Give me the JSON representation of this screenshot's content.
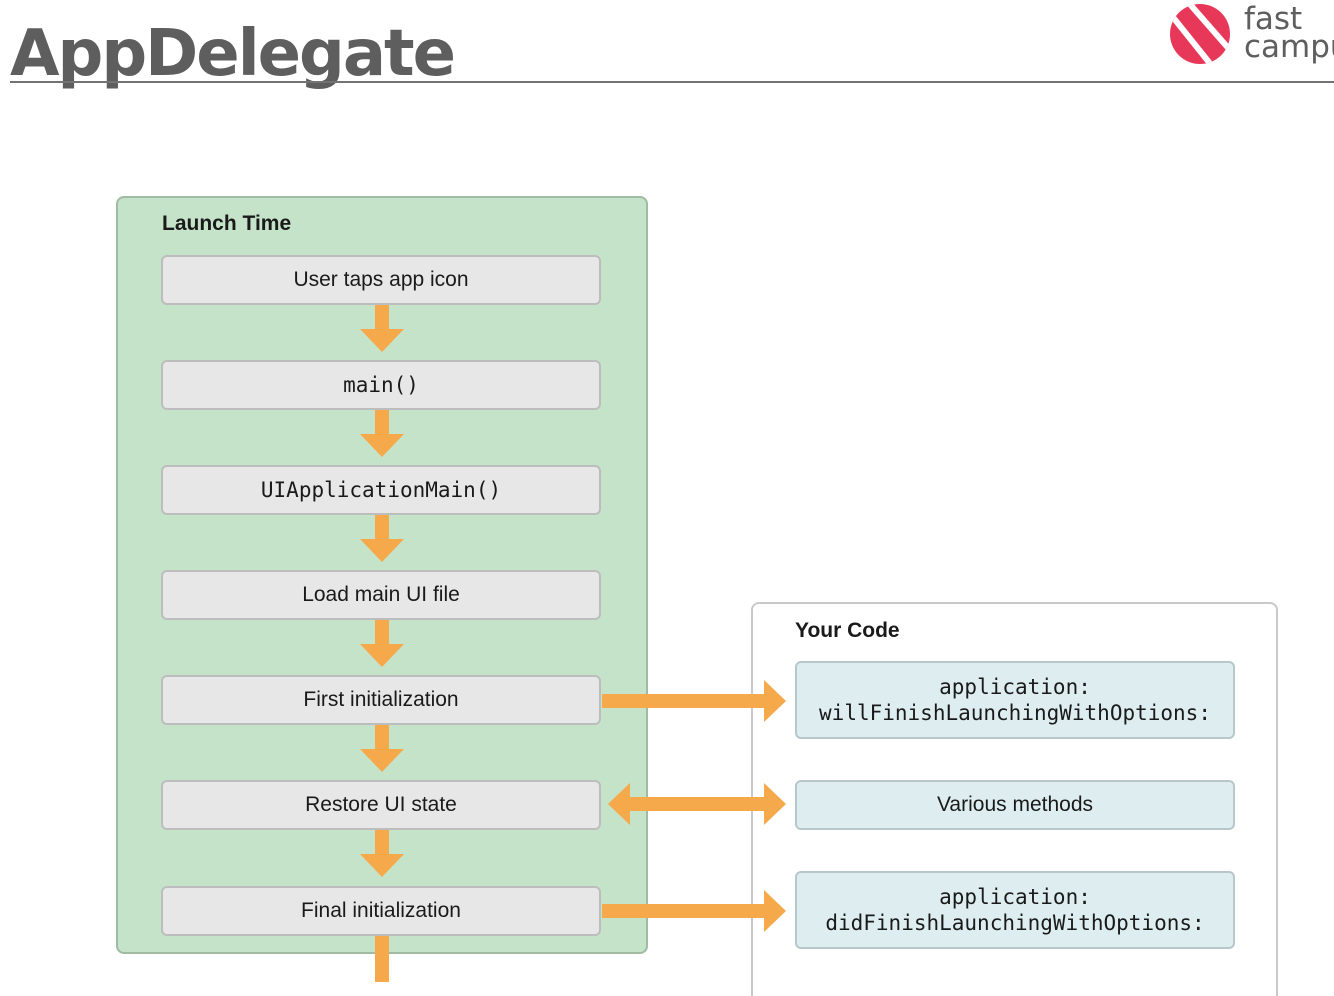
{
  "slide": {
    "title": "AppDelegate",
    "logo": {
      "line1": "fast",
      "line2": "campus",
      "color": "#e8385a"
    }
  },
  "launch_panel": {
    "heading": "Launch Time",
    "steps": [
      {
        "label": "User taps app icon"
      },
      {
        "label": "main()"
      },
      {
        "label": "UIApplicationMain()"
      },
      {
        "label": "Load main UI file"
      },
      {
        "label": "First initialization"
      },
      {
        "label": "Restore UI state"
      },
      {
        "label": "Final initialization"
      }
    ]
  },
  "code_panel": {
    "heading": "Your Code",
    "items": [
      {
        "line1": "application:",
        "line2": "willFinishLaunchingWithOptions:"
      },
      {
        "line1": "Various methods"
      },
      {
        "line1": "application:",
        "line2": "didFinishLaunchingWithOptions:"
      }
    ]
  },
  "colors": {
    "launch_bg": "#c5e3c9",
    "code_box_bg": "#deeef0",
    "step_bg": "#e7e7e7",
    "arrow": "#f5a94a"
  }
}
